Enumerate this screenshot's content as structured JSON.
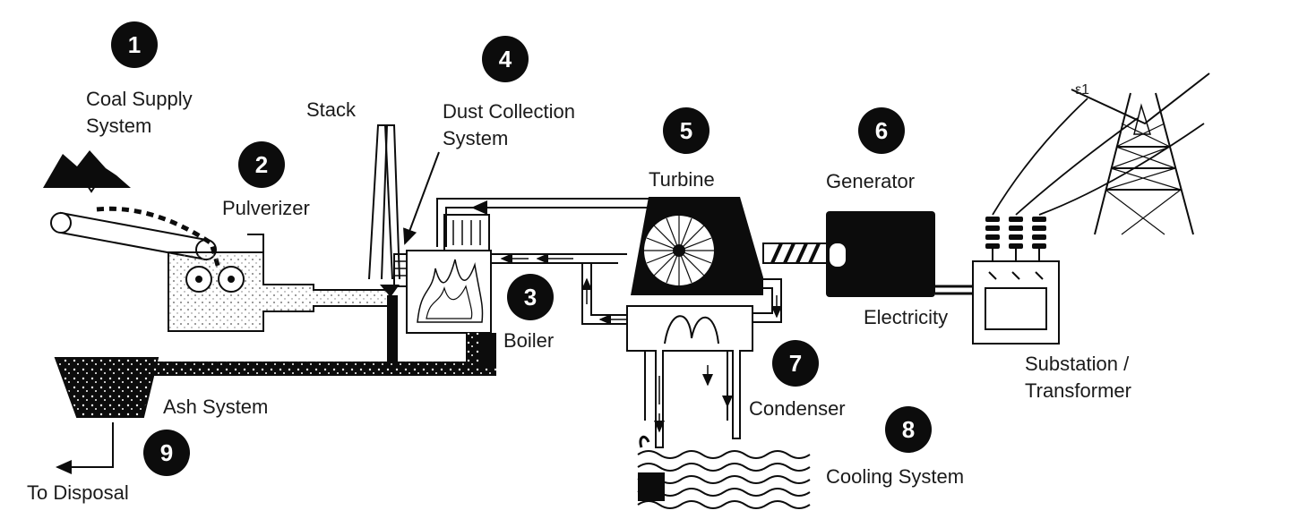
{
  "colors": {
    "ink": "#0c0c0c",
    "paper": "#ffffff",
    "line": "#333333"
  },
  "steps": [
    {
      "number": "1",
      "label_lines": [
        "Coal Supply",
        "System"
      ]
    },
    {
      "number": "2",
      "label_lines": [
        "Pulverizer"
      ]
    },
    {
      "number": "3",
      "label_lines": [
        "Boiler"
      ]
    },
    {
      "number": "4",
      "label_lines": [
        "Dust Collection",
        "System"
      ]
    },
    {
      "number": "5",
      "label_lines": [
        "Turbine"
      ]
    },
    {
      "number": "6",
      "label_lines": [
        "Generator"
      ]
    },
    {
      "number": "7",
      "label_lines": [
        "Condenser"
      ]
    },
    {
      "number": "8",
      "label_lines": [
        "Cooling System"
      ]
    },
    {
      "number": "9",
      "label_lines": [
        "Ash System"
      ]
    }
  ],
  "labels": {
    "stack": "Stack",
    "electricity": "Electricity",
    "substation_lines": [
      "Substation /",
      "Transformer"
    ],
    "disposal": "To Disposal",
    "tower_mark": "ε1"
  },
  "icons": [
    "coal-pile-icon",
    "conveyor-belt-icon",
    "pulverizer-rollers-icon",
    "smokestack-icon",
    "boiler-flame-icon",
    "turbine-rotor-icon",
    "shaft-coupling-icon",
    "generator-icon",
    "transformer-icon",
    "insulator-icon",
    "transmission-tower-icon",
    "condenser-icon",
    "cooling-water-waves-icon",
    "ash-hopper-icon",
    "arrow-left-icon"
  ]
}
